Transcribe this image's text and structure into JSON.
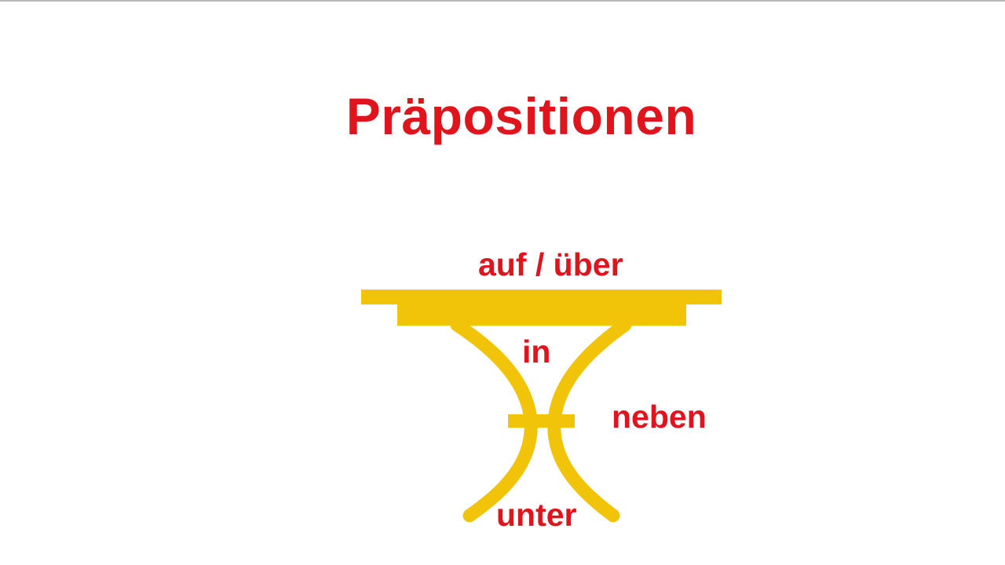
{
  "title": "Präpositionen",
  "colors": {
    "text": "#e0141c",
    "table": "#f1c40a",
    "background": "#ffffff"
  },
  "labels": {
    "auf_ueber": "auf / über",
    "in": "in",
    "neben": "neben",
    "unter": "unter"
  },
  "illustration": {
    "name": "table-icon"
  }
}
